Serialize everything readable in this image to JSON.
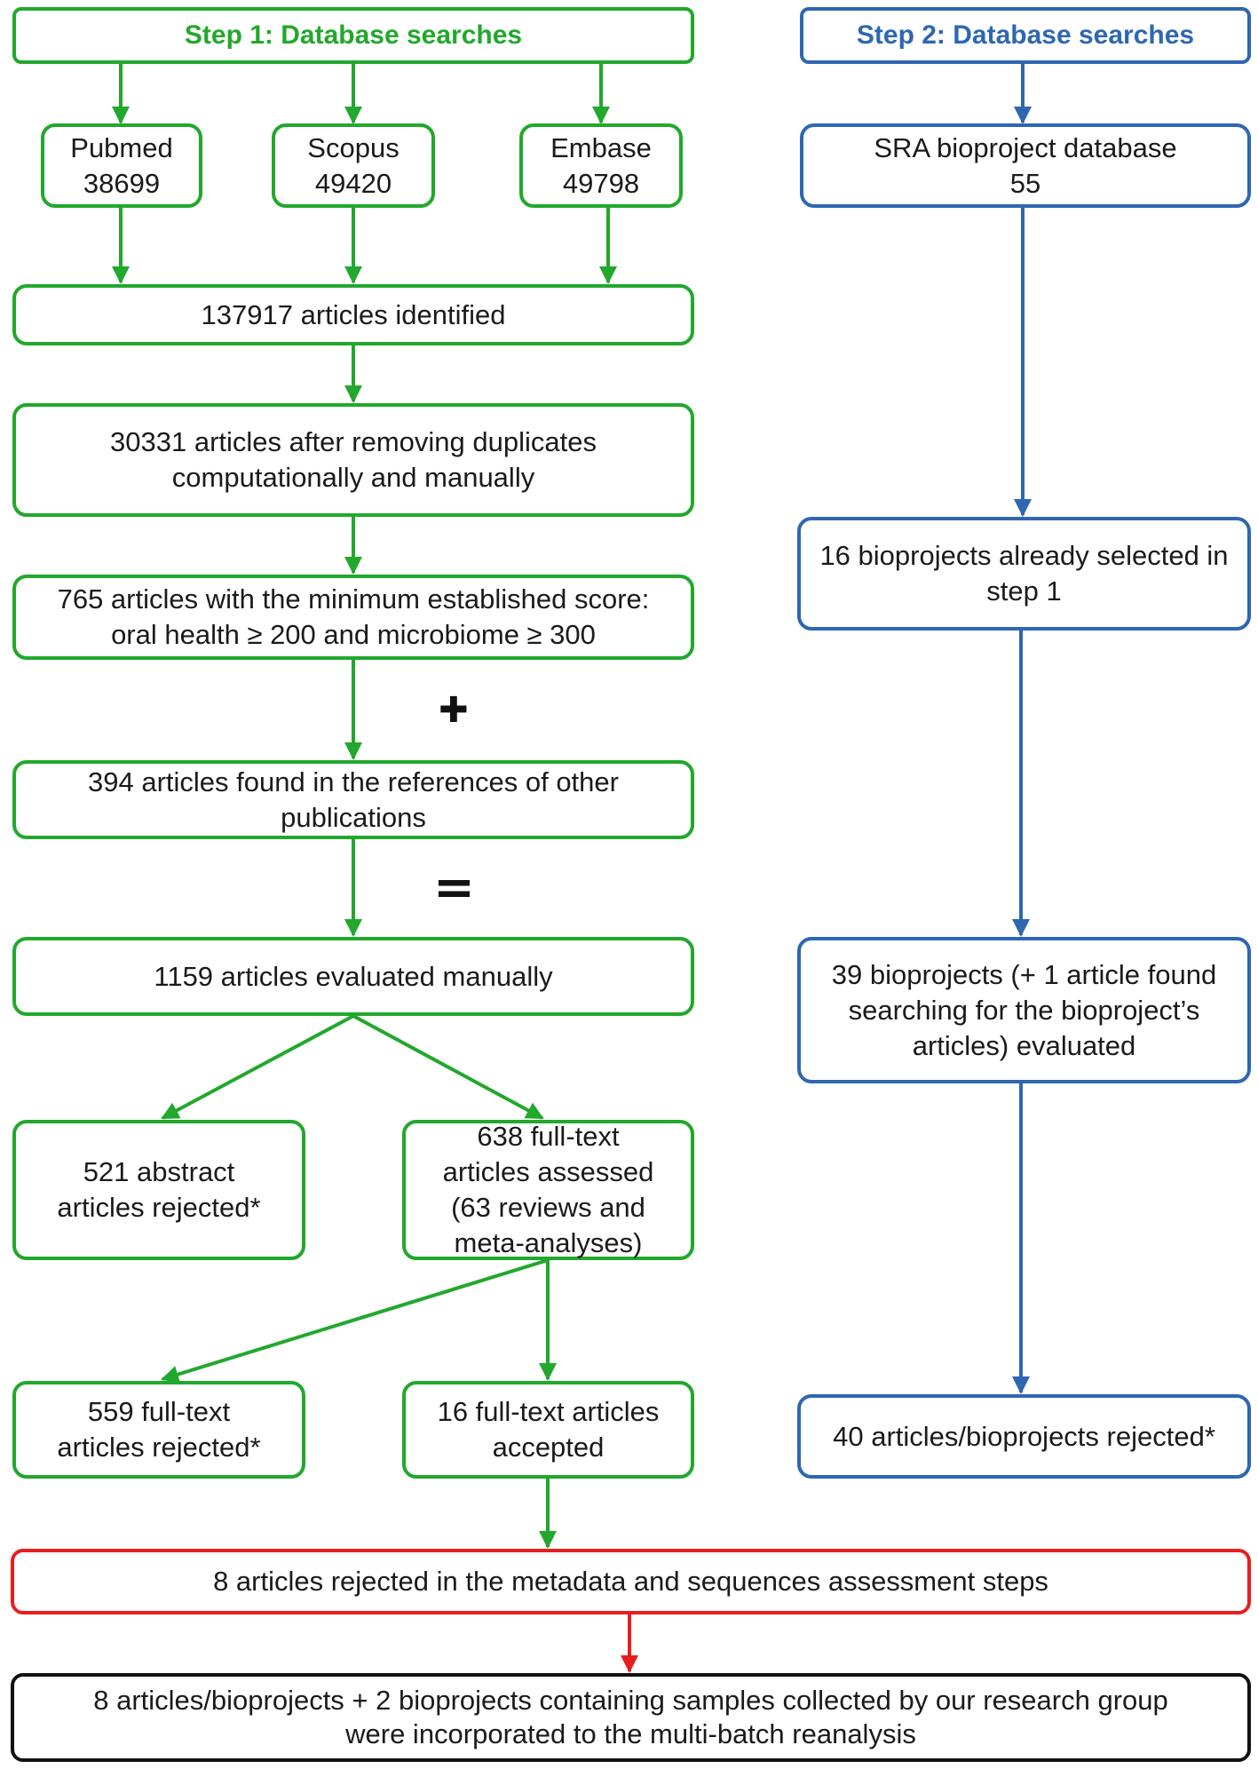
{
  "step1": {
    "header": "Step 1: Database searches",
    "pubmed": {
      "name": "Pubmed",
      "count": "38699"
    },
    "scopus": {
      "name": "Scopus",
      "count": "49420"
    },
    "embase": {
      "name": "Embase",
      "count": "49798"
    },
    "identified": "137917 articles identified",
    "dedup": [
      "30331 articles after removing duplicates",
      "computationally and manually"
    ],
    "score": [
      "765 articles with the minimum established score:",
      "oral health ≥ 200 and microbiome ≥ 300"
    ],
    "plus": "✚",
    "references": [
      "394 articles found in the references of other",
      "publications"
    ],
    "equals": "=",
    "evaluated": "1159 articles evaluated manually",
    "abstract_rejected": [
      "521 abstract",
      "articles rejected*"
    ],
    "fulltext_assessed": [
      "638 full-text",
      "articles assessed",
      "(63 reviews and",
      "meta-analyses)"
    ],
    "fulltext_rejected": [
      "559 full-text",
      "articles rejected*"
    ],
    "fulltext_accepted": [
      "16 full-text articles",
      "accepted"
    ]
  },
  "step2": {
    "header": "Step 2: Database searches",
    "sra": [
      "SRA bioproject database",
      "55"
    ],
    "already_selected": [
      "16 bioprojects already selected in",
      "step 1"
    ],
    "evaluated": [
      "39 bioprojects (+ 1 article found",
      "searching for the bioproject’s",
      "articles) evaluated"
    ],
    "rejected": "40 articles/bioprojects rejected*"
  },
  "final": {
    "metadata_rejected": "8 articles rejected in the metadata and sequences assessment steps",
    "incorporated": [
      "8 articles/bioprojects + 2 bioprojects containing samples collected by our research group",
      "were incorporated to the multi-batch reanalysis"
    ]
  },
  "colors": {
    "step1": "#22a82c",
    "step2": "#2e67b2",
    "rejected": "#e81e1e",
    "final": "#111111"
  }
}
